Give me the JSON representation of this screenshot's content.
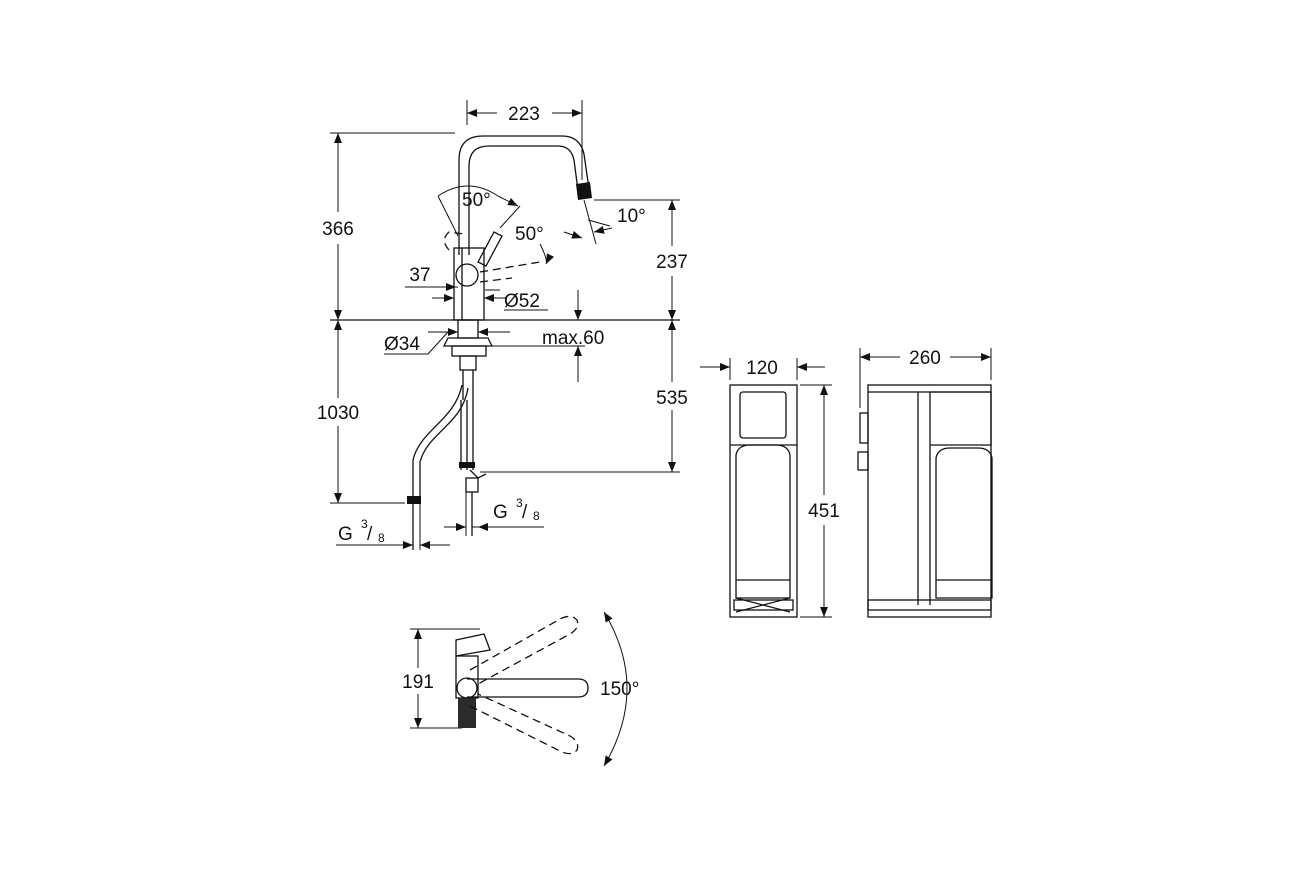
{
  "colors": {
    "line": "#111111",
    "background": "#ffffff"
  },
  "dimensions": {
    "spout_reach": "223",
    "total_height": "366",
    "lever_angle_top": "50°",
    "lever_angle_side": "50°",
    "spout_tilt": "10°",
    "spout_outlet_height": "237",
    "lever_offset": "37",
    "body_diameter": "Ø52",
    "shank_diameter": "Ø34",
    "max_deck_thickness": "max.60",
    "hose_length_total": "1030",
    "below_deck": "535",
    "connection_left_main": "G",
    "connection_left_num": "3",
    "connection_left_den": "8",
    "connection_right_main": "G",
    "connection_right_num": "3",
    "connection_right_den": "8",
    "filter_width": "120",
    "filter_depth": "260",
    "filter_height": "451",
    "top_view_depth": "191",
    "swivel_angle": "150°"
  }
}
